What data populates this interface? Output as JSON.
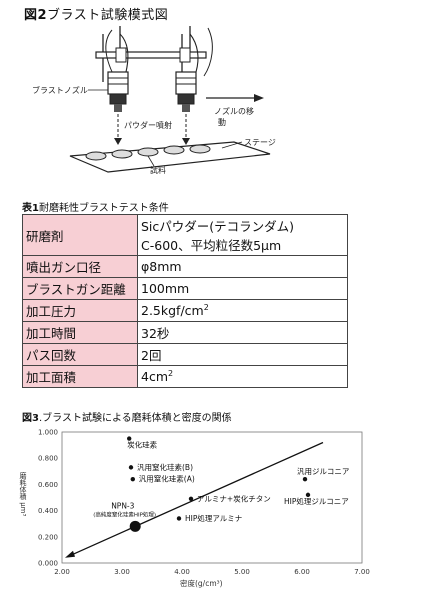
{
  "fig2": {
    "title_prefix": "図2",
    "title_rest": "ブラスト試験模式図",
    "labels": {
      "nozzle": "ブラストノズル",
      "powder": "パウダー噴射",
      "move1": "ノズルの移",
      "move2": "動",
      "stage": "ステージ",
      "sample": "試料"
    }
  },
  "table1": {
    "title_prefix": "表1",
    "title_rest": "耐磨耗性ブラストテスト条件",
    "rows": [
      {
        "key": "研磨剤",
        "value": "Sicパウダー(テコランダム)",
        "value2": "C-600、平均粒径数5μm"
      },
      {
        "key": "噴出ガン口径",
        "value": "φ8mm"
      },
      {
        "key": "ブラストガン距離",
        "value": "100mm"
      },
      {
        "key": "加工圧力",
        "value": "2.5kgf/cm",
        "sup": "2"
      },
      {
        "key": "加工時間",
        "value": "32秒"
      },
      {
        "key": "パス回数",
        "value": "2回"
      },
      {
        "key": "加工面積",
        "value": "4cm",
        "sup": "2"
      }
    ]
  },
  "fig3": {
    "title_prefix": "図3",
    "title_rest": ".ブラスト試験による磨耗体積と密度の関係",
    "chart_data": {
      "type": "scatter",
      "xlabel": "密度(g/cm³)",
      "ylabel": "磨耗体積 μm³",
      "xlim": [
        2.0,
        7.0
      ],
      "ylim": [
        0.0,
        1.0
      ],
      "x_ticks": [
        "2.00",
        "3.00",
        "4.00",
        "5.00",
        "6.00",
        "7.00"
      ],
      "y_ticks": [
        "0.000",
        "0.200",
        "0.400",
        "0.600",
        "0.800",
        "1.000"
      ],
      "points": [
        {
          "x": 3.12,
          "y": 0.95,
          "label": "炭化珪素",
          "big": false
        },
        {
          "x": 3.15,
          "y": 0.73,
          "label": "汎用窒化珪素(B)",
          "big": false
        },
        {
          "x": 3.18,
          "y": 0.64,
          "label": "汎用窒化珪素(A)",
          "big": false
        },
        {
          "x": 3.22,
          "y": 0.28,
          "label": "NPN-3",
          "sublabel": "(高純度窒化珪素HIP処理)",
          "big": true
        },
        {
          "x": 3.95,
          "y": 0.34,
          "label": "HIP処理アルミナ",
          "big": false
        },
        {
          "x": 4.15,
          "y": 0.49,
          "label": "アルミナ+炭化チタン",
          "big": false
        },
        {
          "x": 6.05,
          "y": 0.64,
          "label": "汎用ジルコニア",
          "big": false
        },
        {
          "x": 6.1,
          "y": 0.52,
          "label": "HIP処理ジルコニア",
          "big": false
        }
      ],
      "trend": {
        "x1": 2.05,
        "y1": 0.04,
        "x2": 6.35,
        "y2": 0.92
      }
    }
  }
}
